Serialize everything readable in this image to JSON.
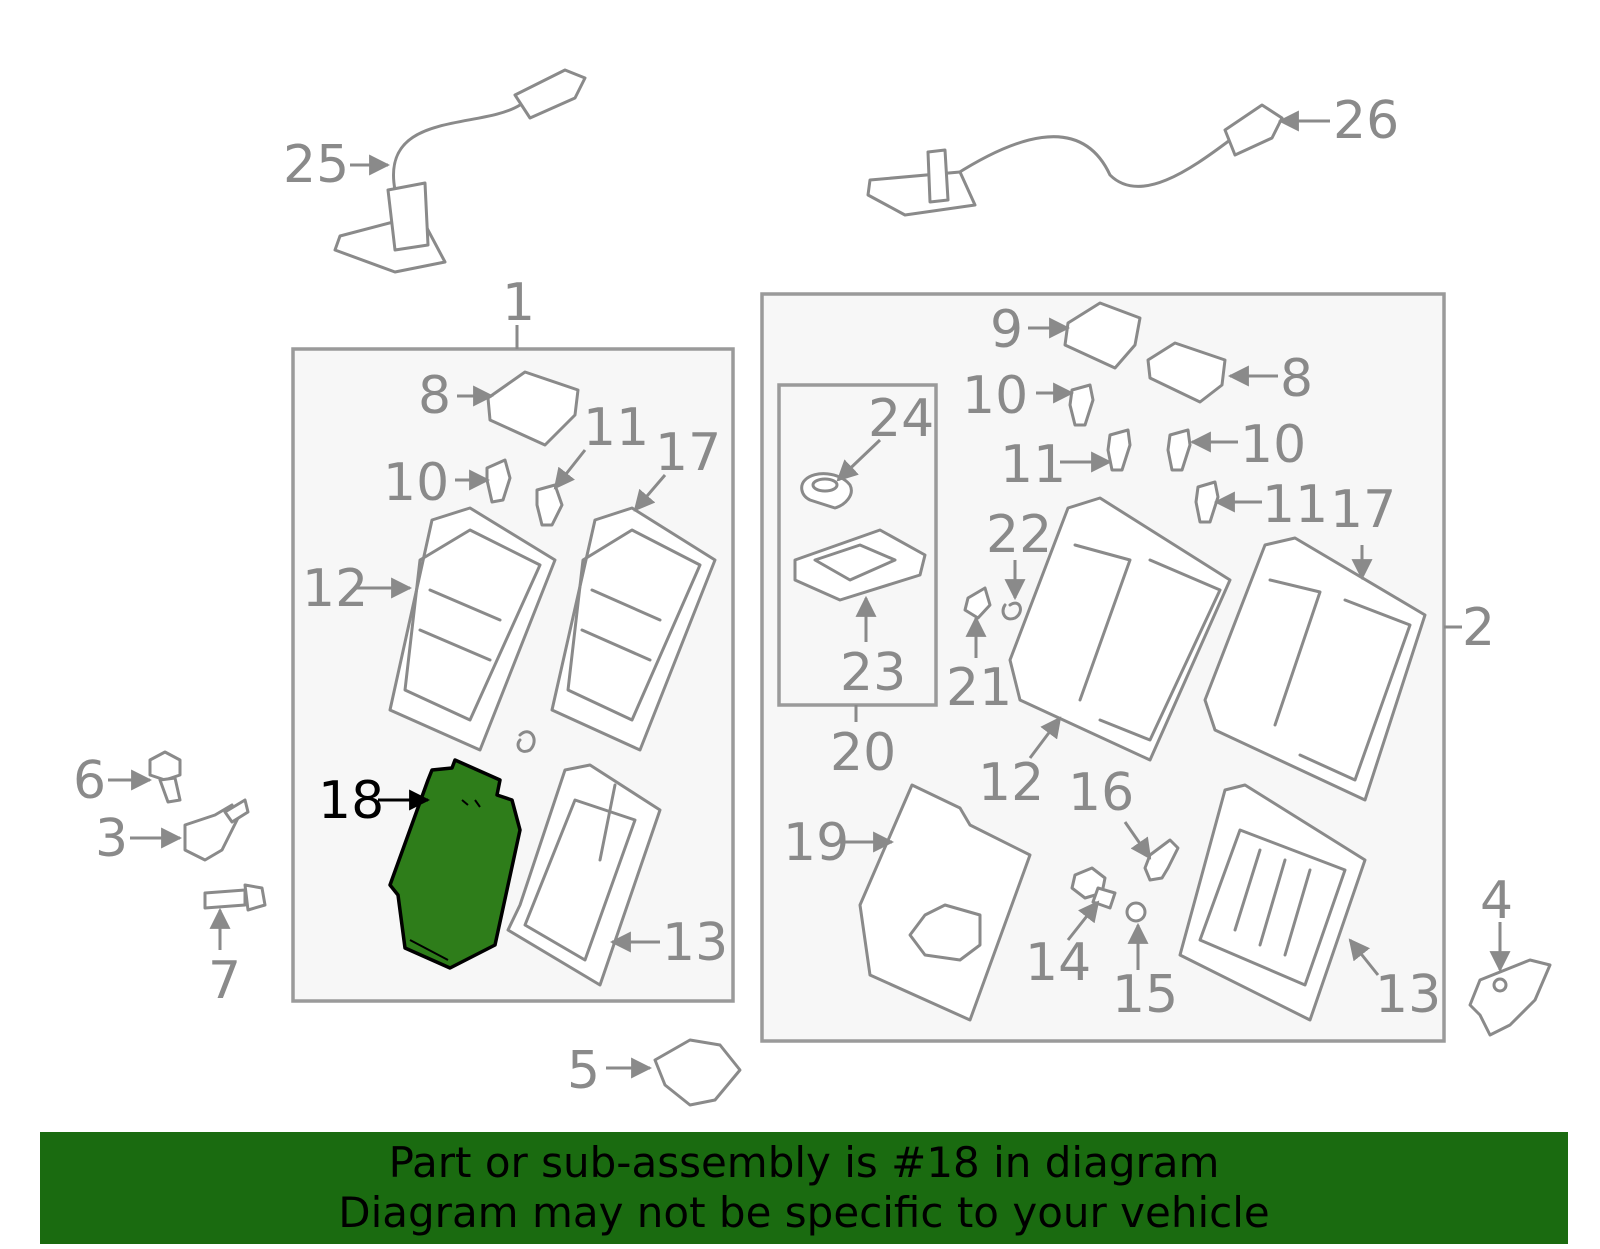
{
  "labels": {
    "n1": "1",
    "n2": "2",
    "n3": "3",
    "n4": "4",
    "n5": "5",
    "n6": "6",
    "n7": "7",
    "n8a": "8",
    "n8b": "8",
    "n9": "9",
    "n10a": "10",
    "n10b": "10",
    "n10c": "10",
    "n11a": "11",
    "n11b": "11",
    "n11c": "11",
    "n12a": "12",
    "n12b": "12",
    "n13a": "13",
    "n13b": "13",
    "n14": "14",
    "n15": "15",
    "n16": "16",
    "n17a": "17",
    "n17b": "17",
    "n18": "18",
    "n19": "19",
    "n20": "20",
    "n21": "21",
    "n22": "22",
    "n23": "23",
    "n24": "24",
    "n25": "25",
    "n26": "26"
  },
  "highlight": {
    "part_number": "18",
    "color": "#2e7d1a"
  },
  "banner": {
    "line1": "Part or sub-assembly is #18 in diagram",
    "line2": "Diagram may not be specific to your vehicle",
    "background": "#1a6b10"
  }
}
